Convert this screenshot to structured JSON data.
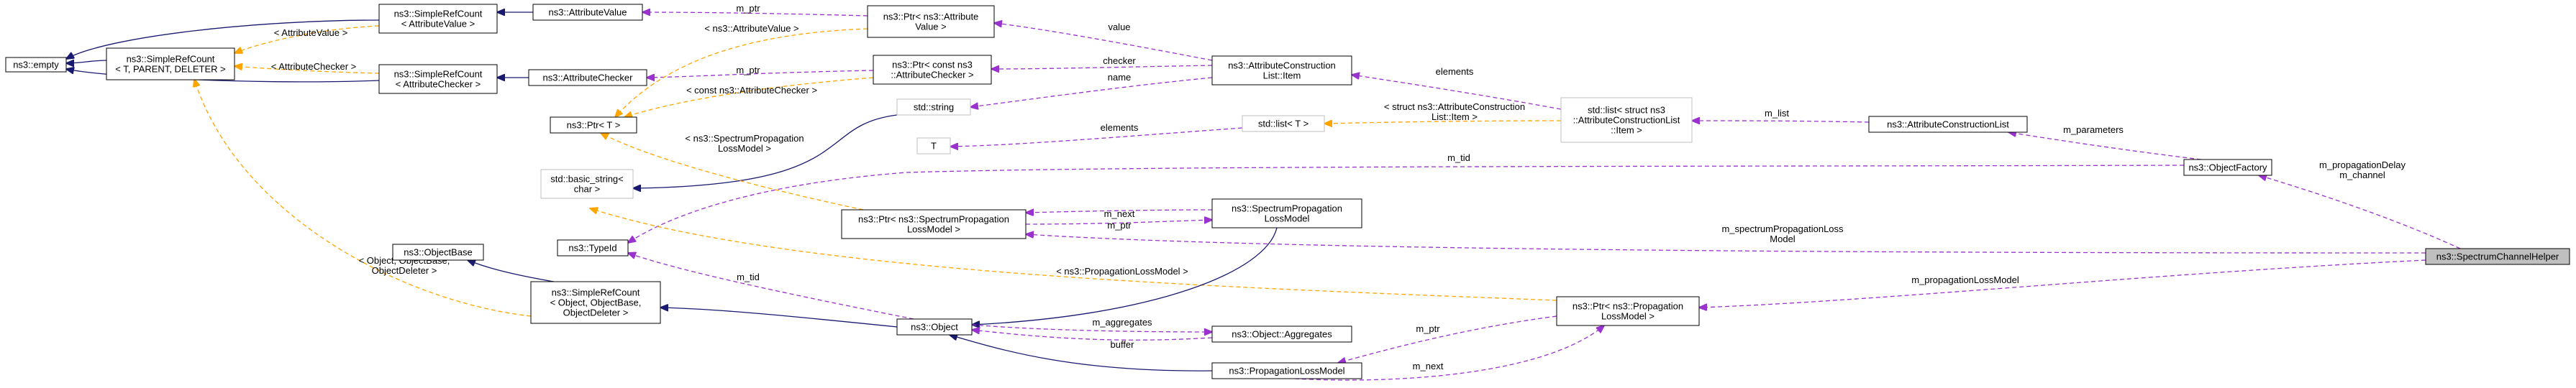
{
  "nodes": [
    {
      "id": "empty",
      "lines": [
        "ns3::empty"
      ],
      "style": "normal"
    },
    {
      "id": "src_tpd",
      "lines": [
        "ns3::SimpleRefCount",
        "< T, PARENT, DELETER >"
      ],
      "style": "normal"
    },
    {
      "id": "src_av",
      "lines": [
        "ns3::SimpleRefCount",
        "< AttributeValue >"
      ],
      "style": "normal"
    },
    {
      "id": "src_ac",
      "lines": [
        "ns3::SimpleRefCount",
        "< AttributeChecker >"
      ],
      "style": "normal"
    },
    {
      "id": "attrval",
      "lines": [
        "ns3::AttributeValue"
      ],
      "style": "normal"
    },
    {
      "id": "attrchk",
      "lines": [
        "ns3::AttributeChecker"
      ],
      "style": "normal"
    },
    {
      "id": "ptr_av",
      "lines": [
        "ns3::Ptr< ns3::Attribute",
        "Value >"
      ],
      "style": "normal"
    },
    {
      "id": "ptr_ac",
      "lines": [
        "ns3::Ptr< const ns3",
        "::AttributeChecker >"
      ],
      "style": "normal"
    },
    {
      "id": "ptr_t",
      "lines": [
        "ns3::Ptr< T >"
      ],
      "style": "normal"
    },
    {
      "id": "stdstring",
      "lines": [
        "std::string"
      ],
      "style": "gray"
    },
    {
      "id": "basicstring",
      "lines": [
        "std::basic_string<",
        "char >"
      ],
      "style": "gray"
    },
    {
      "id": "T",
      "lines": [
        "T"
      ],
      "style": "gray"
    },
    {
      "id": "aclitem",
      "lines": [
        "ns3::AttributeConstruction",
        "List::Item"
      ],
      "style": "normal"
    },
    {
      "id": "stdlist_t",
      "lines": [
        "std::list< T >"
      ],
      "style": "gray"
    },
    {
      "id": "stdlist_item",
      "lines": [
        "std::list< struct ns3",
        "::AttributeConstructionList",
        "::Item >"
      ],
      "style": "gray"
    },
    {
      "id": "acl",
      "lines": [
        "ns3::AttributeConstructionList"
      ],
      "style": "normal"
    },
    {
      "id": "objfactory",
      "lines": [
        "ns3::ObjectFactory"
      ],
      "style": "normal"
    },
    {
      "id": "ptr_splm",
      "lines": [
        "ns3::Ptr< ns3::SpectrumPropagation",
        "LossModel >"
      ],
      "style": "normal"
    },
    {
      "id": "splm",
      "lines": [
        "ns3::SpectrumPropagation",
        "LossModel"
      ],
      "style": "normal"
    },
    {
      "id": "typeid",
      "lines": [
        "ns3::TypeId"
      ],
      "style": "normal"
    },
    {
      "id": "objbase",
      "lines": [
        "ns3::ObjectBase"
      ],
      "style": "normal"
    },
    {
      "id": "src_obj",
      "lines": [
        "ns3::SimpleRefCount",
        "< Object, ObjectBase,",
        "ObjectDeleter >"
      ],
      "style": "normal"
    },
    {
      "id": "object",
      "lines": [
        "ns3::Object"
      ],
      "style": "normal"
    },
    {
      "id": "aggregates",
      "lines": [
        "ns3::Object::Aggregates"
      ],
      "style": "normal"
    },
    {
      "id": "plm",
      "lines": [
        "ns3::PropagationLossModel"
      ],
      "style": "normal"
    },
    {
      "id": "ptr_plm",
      "lines": [
        "ns3::Ptr< ns3::Propagation",
        "LossModel >"
      ],
      "style": "normal"
    },
    {
      "id": "sch",
      "lines": [
        "ns3::SpectrumChannelHelper"
      ],
      "style": "focus"
    }
  ],
  "edges": [
    {
      "from": "src_tpd",
      "to": "empty",
      "kind": "inherit",
      "label": []
    },
    {
      "from": "src_av",
      "to": "empty",
      "kind": "inherit",
      "label": []
    },
    {
      "from": "src_ac",
      "to": "empty",
      "kind": "inherit",
      "label": []
    },
    {
      "from": "src_tpd",
      "to": "src_av",
      "kind": "template",
      "label": [
        "< AttributeValue >"
      ]
    },
    {
      "from": "src_tpd",
      "to": "src_ac",
      "kind": "template",
      "label": [
        "< AttributeChecker >"
      ]
    },
    {
      "from": "attrval",
      "to": "src_av",
      "kind": "inherit",
      "label": []
    },
    {
      "from": "attrchk",
      "to": "src_ac",
      "kind": "inherit",
      "label": []
    },
    {
      "from": "ptr_av",
      "to": "attrval",
      "kind": "use",
      "label": [
        "m_ptr"
      ]
    },
    {
      "from": "ptr_ac",
      "to": "attrchk",
      "kind": "use",
      "label": [
        "m_ptr"
      ]
    },
    {
      "from": "ptr_t",
      "to": "ptr_av",
      "kind": "template",
      "label": [
        "< ns3::AttributeValue >"
      ]
    },
    {
      "from": "ptr_t",
      "to": "ptr_ac",
      "kind": "template",
      "label": [
        "< const ns3::AttributeChecker >"
      ]
    },
    {
      "from": "aclitem",
      "to": "ptr_av",
      "kind": "use",
      "label": [
        "value"
      ]
    },
    {
      "from": "aclitem",
      "to": "ptr_ac",
      "kind": "use",
      "label": [
        "checker"
      ]
    },
    {
      "from": "aclitem",
      "to": "stdstring",
      "kind": "use",
      "label": [
        "name"
      ]
    },
    {
      "from": "stdlist_item",
      "to": "aclitem",
      "kind": "use",
      "label": [
        "elements"
      ]
    },
    {
      "from": "stdlist_t",
      "to": "stdlist_item",
      "kind": "template",
      "label": [
        "< struct ns3::AttributeConstruction",
        "List::Item >"
      ]
    },
    {
      "from": "stdlist_t",
      "to": "T",
      "kind": "use",
      "label": [
        "elements"
      ]
    },
    {
      "from": "acl",
      "to": "stdlist_item",
      "kind": "use",
      "label": [
        "m_list"
      ]
    },
    {
      "from": "objfactory",
      "to": "acl",
      "kind": "use",
      "label": [
        "m_parameters"
      ]
    },
    {
      "from": "objfactory",
      "to": "typeid",
      "kind": "use",
      "label": [
        "m_tid"
      ]
    },
    {
      "from": "stdstring",
      "to": "basicstring",
      "kind": "inherit",
      "label": []
    },
    {
      "from": "ptr_t",
      "to": "ptr_splm",
      "kind": "template",
      "label": [
        "< ns3::SpectrumPropagation",
        "LossModel >"
      ]
    },
    {
      "from": "ptr_t",
      "to": "ptr_plm",
      "kind": "template",
      "label": [
        "< ns3::PropagationLossModel >"
      ]
    },
    {
      "from": "ptr_splm",
      "to": "splm",
      "kind": "use",
      "label": [
        "m_ptr"
      ]
    },
    {
      "from": "splm",
      "to": "ptr_splm",
      "kind": "use",
      "label": [
        "m_next"
      ]
    },
    {
      "from": "splm",
      "to": "object",
      "kind": "inherit",
      "label": []
    },
    {
      "from": "src_obj",
      "to": "objbase",
      "kind": "inherit",
      "label": []
    },
    {
      "from": "src_tpd",
      "to": "src_obj",
      "kind": "template",
      "label": [
        "< Object, ObjectBase,",
        "ObjectDeleter >"
      ]
    },
    {
      "from": "object",
      "to": "src_obj",
      "kind": "inherit",
      "label": []
    },
    {
      "from": "object",
      "to": "typeid",
      "kind": "use",
      "label": [
        "m_tid"
      ]
    },
    {
      "from": "aggregates",
      "to": "object",
      "kind": "use",
      "label": [
        "buffer"
      ]
    },
    {
      "from": "object",
      "to": "aggregates",
      "kind": "use",
      "label": [
        "m_aggregates"
      ]
    },
    {
      "from": "plm",
      "to": "object",
      "kind": "inherit",
      "label": []
    },
    {
      "from": "ptr_plm",
      "to": "plm",
      "kind": "use",
      "label": [
        "m_ptr"
      ]
    },
    {
      "from": "plm",
      "to": "ptr_plm",
      "kind": "use",
      "label": [
        "m_next"
      ]
    },
    {
      "from": "sch",
      "to": "objfactory",
      "kind": "use",
      "label": [
        "m_propagationDelay",
        "m_channel"
      ]
    },
    {
      "from": "sch",
      "to": "ptr_splm",
      "kind": "use",
      "label": [
        "m_spectrumPropagationLoss",
        "Model"
      ]
    },
    {
      "from": "sch",
      "to": "ptr_plm",
      "kind": "use",
      "label": [
        "m_propagationLossModel"
      ]
    }
  ],
  "colors": {
    "inherit": "#191970",
    "use": "#9a32cd",
    "template": "#ffa500",
    "border": "#000000",
    "gray_border": "#bfbfbf",
    "focus_fill": "#bfbfbf",
    "node_fill": "#ffffff",
    "text": "#000000"
  }
}
